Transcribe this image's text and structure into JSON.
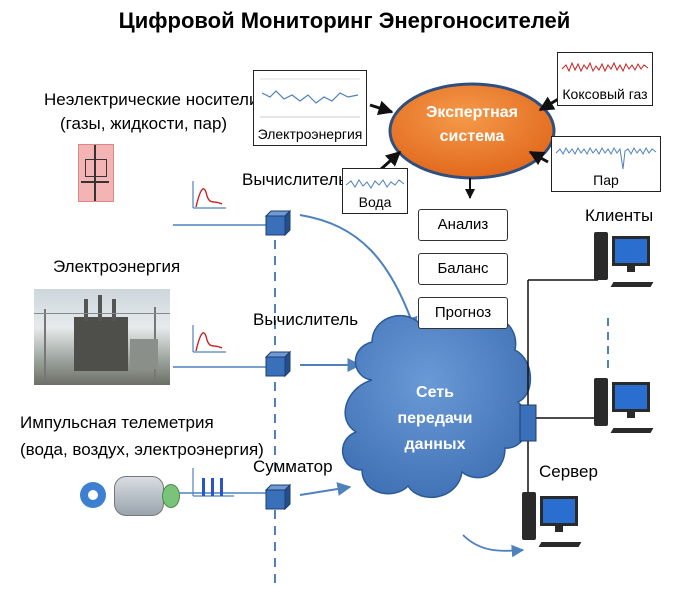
{
  "title": "Цифровой Мониторинг Энергоносителей",
  "sources": {
    "non_electric": [
      "Неэлектрические носители",
      "(газы, жидкости, пар)"
    ],
    "electricity": "Электроэнергия",
    "pulse": [
      "Импульсная телеметрия",
      "(вода, воздух, электроэнергия)"
    ]
  },
  "devices": {
    "calculator_1": "Вычислитель",
    "calculator_2": "Вычислитель",
    "summator": "Сумматор"
  },
  "expert_system": [
    "Экспертная",
    "система"
  ],
  "thumbnails": {
    "electricity": "Электроэнергия",
    "water": "Вода",
    "coke_gas": "Коксовый газ",
    "steam": "Пар"
  },
  "functions": [
    "Анализ",
    "Баланс",
    "Прогноз"
  ],
  "network": [
    "Сеть",
    "передачи",
    "данных"
  ],
  "clients": "Клиенты",
  "server": "Сервер",
  "colors": {
    "expert_fill": "#e8701c",
    "expert_stroke": "#2f4f7f",
    "cloud_fill": "#4a7cc0",
    "cloud_stroke": "#2c5a96",
    "node_fill": "#3a6fba",
    "arrow": "#4f81bd",
    "signal": "#cc2222",
    "monitor": "#2a2a2a",
    "screen": "#2a6fd0"
  }
}
